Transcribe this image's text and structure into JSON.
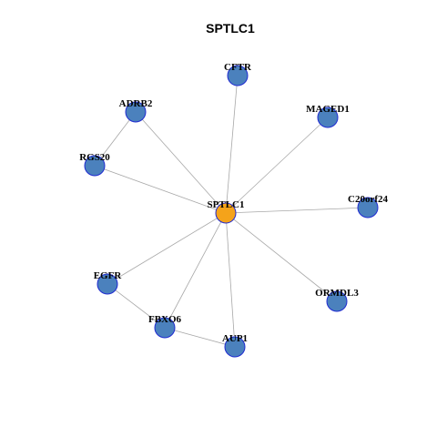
{
  "title": "SPTLC1",
  "colors": {
    "center_fill": "#f5a31a",
    "node_fill": "#4b81bd",
    "node_stroke": "#1f2ad1",
    "edge": "#a8a8a8"
  },
  "nodes": [
    {
      "id": "SPTLC1",
      "label": "SPTLC1",
      "role": "center"
    },
    {
      "id": "CFTR",
      "label": "CFTR",
      "role": "neighbor"
    },
    {
      "id": "MAGED1",
      "label": "MAGED1",
      "role": "neighbor"
    },
    {
      "id": "ADRB2",
      "label": "ADRB2",
      "role": "neighbor"
    },
    {
      "id": "RGS20",
      "label": "RGS20",
      "role": "neighbor"
    },
    {
      "id": "C20orf24",
      "label": "C20orf24",
      "role": "neighbor"
    },
    {
      "id": "EGFR",
      "label": "EGFR",
      "role": "neighbor"
    },
    {
      "id": "ORMDL3",
      "label": "ORMDL3",
      "role": "neighbor"
    },
    {
      "id": "FBXO6",
      "label": "FBXO6",
      "role": "neighbor"
    },
    {
      "id": "AUP1",
      "label": "AUP1",
      "role": "neighbor"
    }
  ],
  "edges": [
    [
      "SPTLC1",
      "CFTR"
    ],
    [
      "SPTLC1",
      "MAGED1"
    ],
    [
      "SPTLC1",
      "ADRB2"
    ],
    [
      "SPTLC1",
      "RGS20"
    ],
    [
      "SPTLC1",
      "C20orf24"
    ],
    [
      "SPTLC1",
      "EGFR"
    ],
    [
      "SPTLC1",
      "ORMDL3"
    ],
    [
      "SPTLC1",
      "FBXO6"
    ],
    [
      "SPTLC1",
      "AUP1"
    ],
    [
      "ADRB2",
      "RGS20"
    ],
    [
      "EGFR",
      "FBXO6"
    ],
    [
      "FBXO6",
      "AUP1"
    ]
  ]
}
